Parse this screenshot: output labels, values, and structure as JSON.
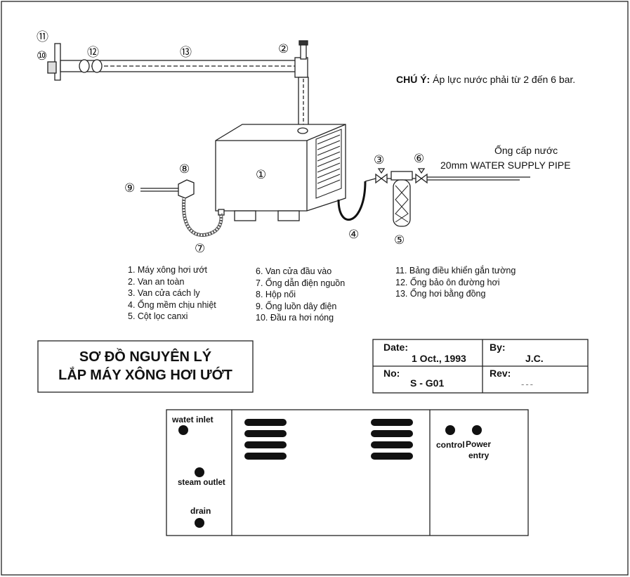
{
  "note": {
    "label": "CHÚ Ý:",
    "text": "Áp lực nước phải từ 2 đến 6 bar."
  },
  "supply_pipe": {
    "line1": "Ống cấp nước",
    "line2": "20mm WATER SUPPLY PIPE"
  },
  "callouts": {
    "n1": "①",
    "n2": "②",
    "n3": "③",
    "n4": "④",
    "n5": "⑤",
    "n6": "⑥",
    "n7": "⑦",
    "n8": "⑧",
    "n9": "⑨",
    "n10": "⑩",
    "n11": "⑪",
    "n12": "⑫",
    "n13": "⑬"
  },
  "legend": {
    "col1": [
      "1. Máy xông hơi ướt",
      "2. Van an toàn",
      "3. Van cửa cách ly",
      "4. Ống mềm chịu nhiệt",
      "5. Cột lọc canxi"
    ],
    "col2": [
      "6. Van cửa đầu vào",
      "7. Ống dẫn điện nguồn",
      "8. Hộp nối",
      "9. Ống luồn dây điện",
      "10. Đầu ra hơi nóng"
    ],
    "col3": [
      "11. Bảng điều khiển gắn tường",
      "12. Ống bảo ôn đường hơi",
      "13. Ống hơi bằng đồng"
    ]
  },
  "title": {
    "line1": "SƠ ĐỒ NGUYÊN LÝ",
    "line2": "LẮP MÁY XÔNG HƠI ƯỚT"
  },
  "title_block": {
    "date_label": "Date:",
    "date": "1 Oct., 1993",
    "by_label": "By:",
    "by": "J.C.",
    "no_label": "No:",
    "no": "S - G01",
    "rev_label": "Rev:",
    "rev": "---"
  },
  "panel": {
    "water_inlet": "watet inlet",
    "steam_outlet": "steam outlet",
    "drain": "drain",
    "control": "control",
    "power": "Power",
    "entry": "entry"
  }
}
